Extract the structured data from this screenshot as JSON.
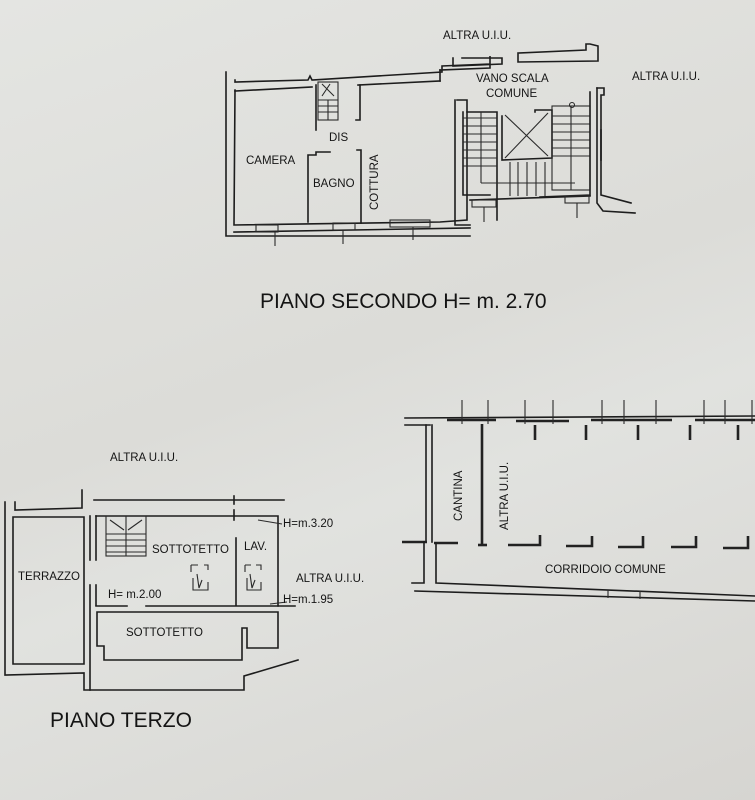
{
  "document": {
    "type": "floor plan",
    "colors": {
      "paper": "#dfe0dd",
      "ink": "#1a1a1a"
    }
  },
  "piano_secondo": {
    "title": "PIANO SECONDO H= m. 2.70",
    "labels": {
      "altra_uiu_top": "ALTRA U.I.U.",
      "altra_uiu_right": "ALTRA U.I.U.",
      "vano_scala_1": "VANO SCALA",
      "vano_scala_2": "COMUNE",
      "dis": "DIS",
      "camera": "CAMERA",
      "bagno": "BAGNO",
      "cottura": "COTTURA"
    }
  },
  "piano_terzo": {
    "title": "PIANO TERZO",
    "labels": {
      "altra_uiu_top": "ALTRA U.I.U.",
      "altra_uiu_right": "ALTRA U.I.U.",
      "terrazzo": "TERRAZZO",
      "sottotetto_upper": "SOTTOTETTO",
      "sottotetto_lower": "SOTTOTETTO",
      "lav": "LAV.",
      "h_320": "H=m.3.20",
      "h_200": "H= m.2.00",
      "h_195": "H=m.1.95"
    }
  },
  "cantina_plan": {
    "labels": {
      "cantina": "CANTINA",
      "altra_uiu": "ALTRA U.I.U.",
      "corridoio": "CORRIDOIO COMUNE"
    }
  }
}
